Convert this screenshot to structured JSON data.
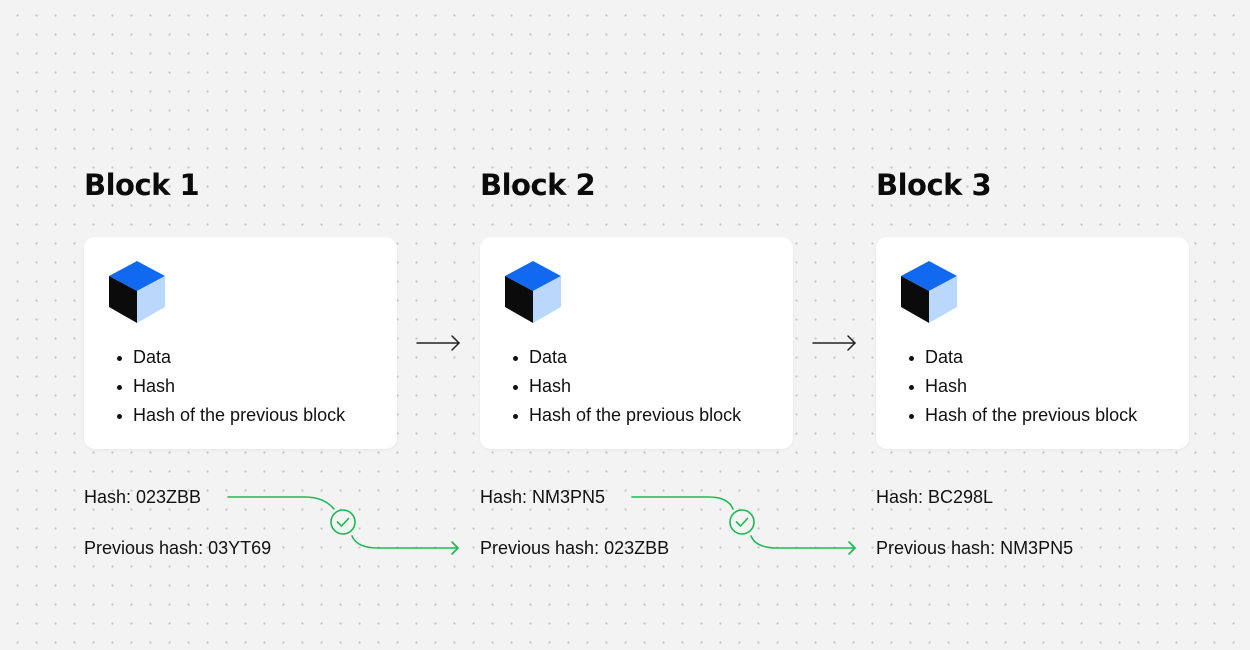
{
  "blocks": [
    {
      "title": "Block 1",
      "items": [
        "Data",
        "Hash",
        "Hash of the previous block"
      ],
      "hash": "Hash: 023ZBB",
      "previous_hash": "Previous hash: 03YT69"
    },
    {
      "title": "Block 2",
      "items": [
        "Data",
        "Hash",
        "Hash of the previous block"
      ],
      "hash": "Hash: NM3PN5",
      "previous_hash": "Previous hash: 023ZBB"
    },
    {
      "title": "Block 3",
      "items": [
        "Data",
        "Hash",
        "Hash of the previous block"
      ],
      "hash": "Hash: BC298L",
      "previous_hash": "Previous hash: NM3PN5"
    }
  ],
  "colors": {
    "cube_top": "#1169f0",
    "cube_left": "#0b0b0b",
    "cube_right": "#b9d8fb",
    "link_green": "#1db954",
    "arrow": "#222222"
  },
  "icons": {
    "block": "cube-icon",
    "chain_arrow": "arrow-right-icon",
    "link_check": "check-circle-icon"
  }
}
